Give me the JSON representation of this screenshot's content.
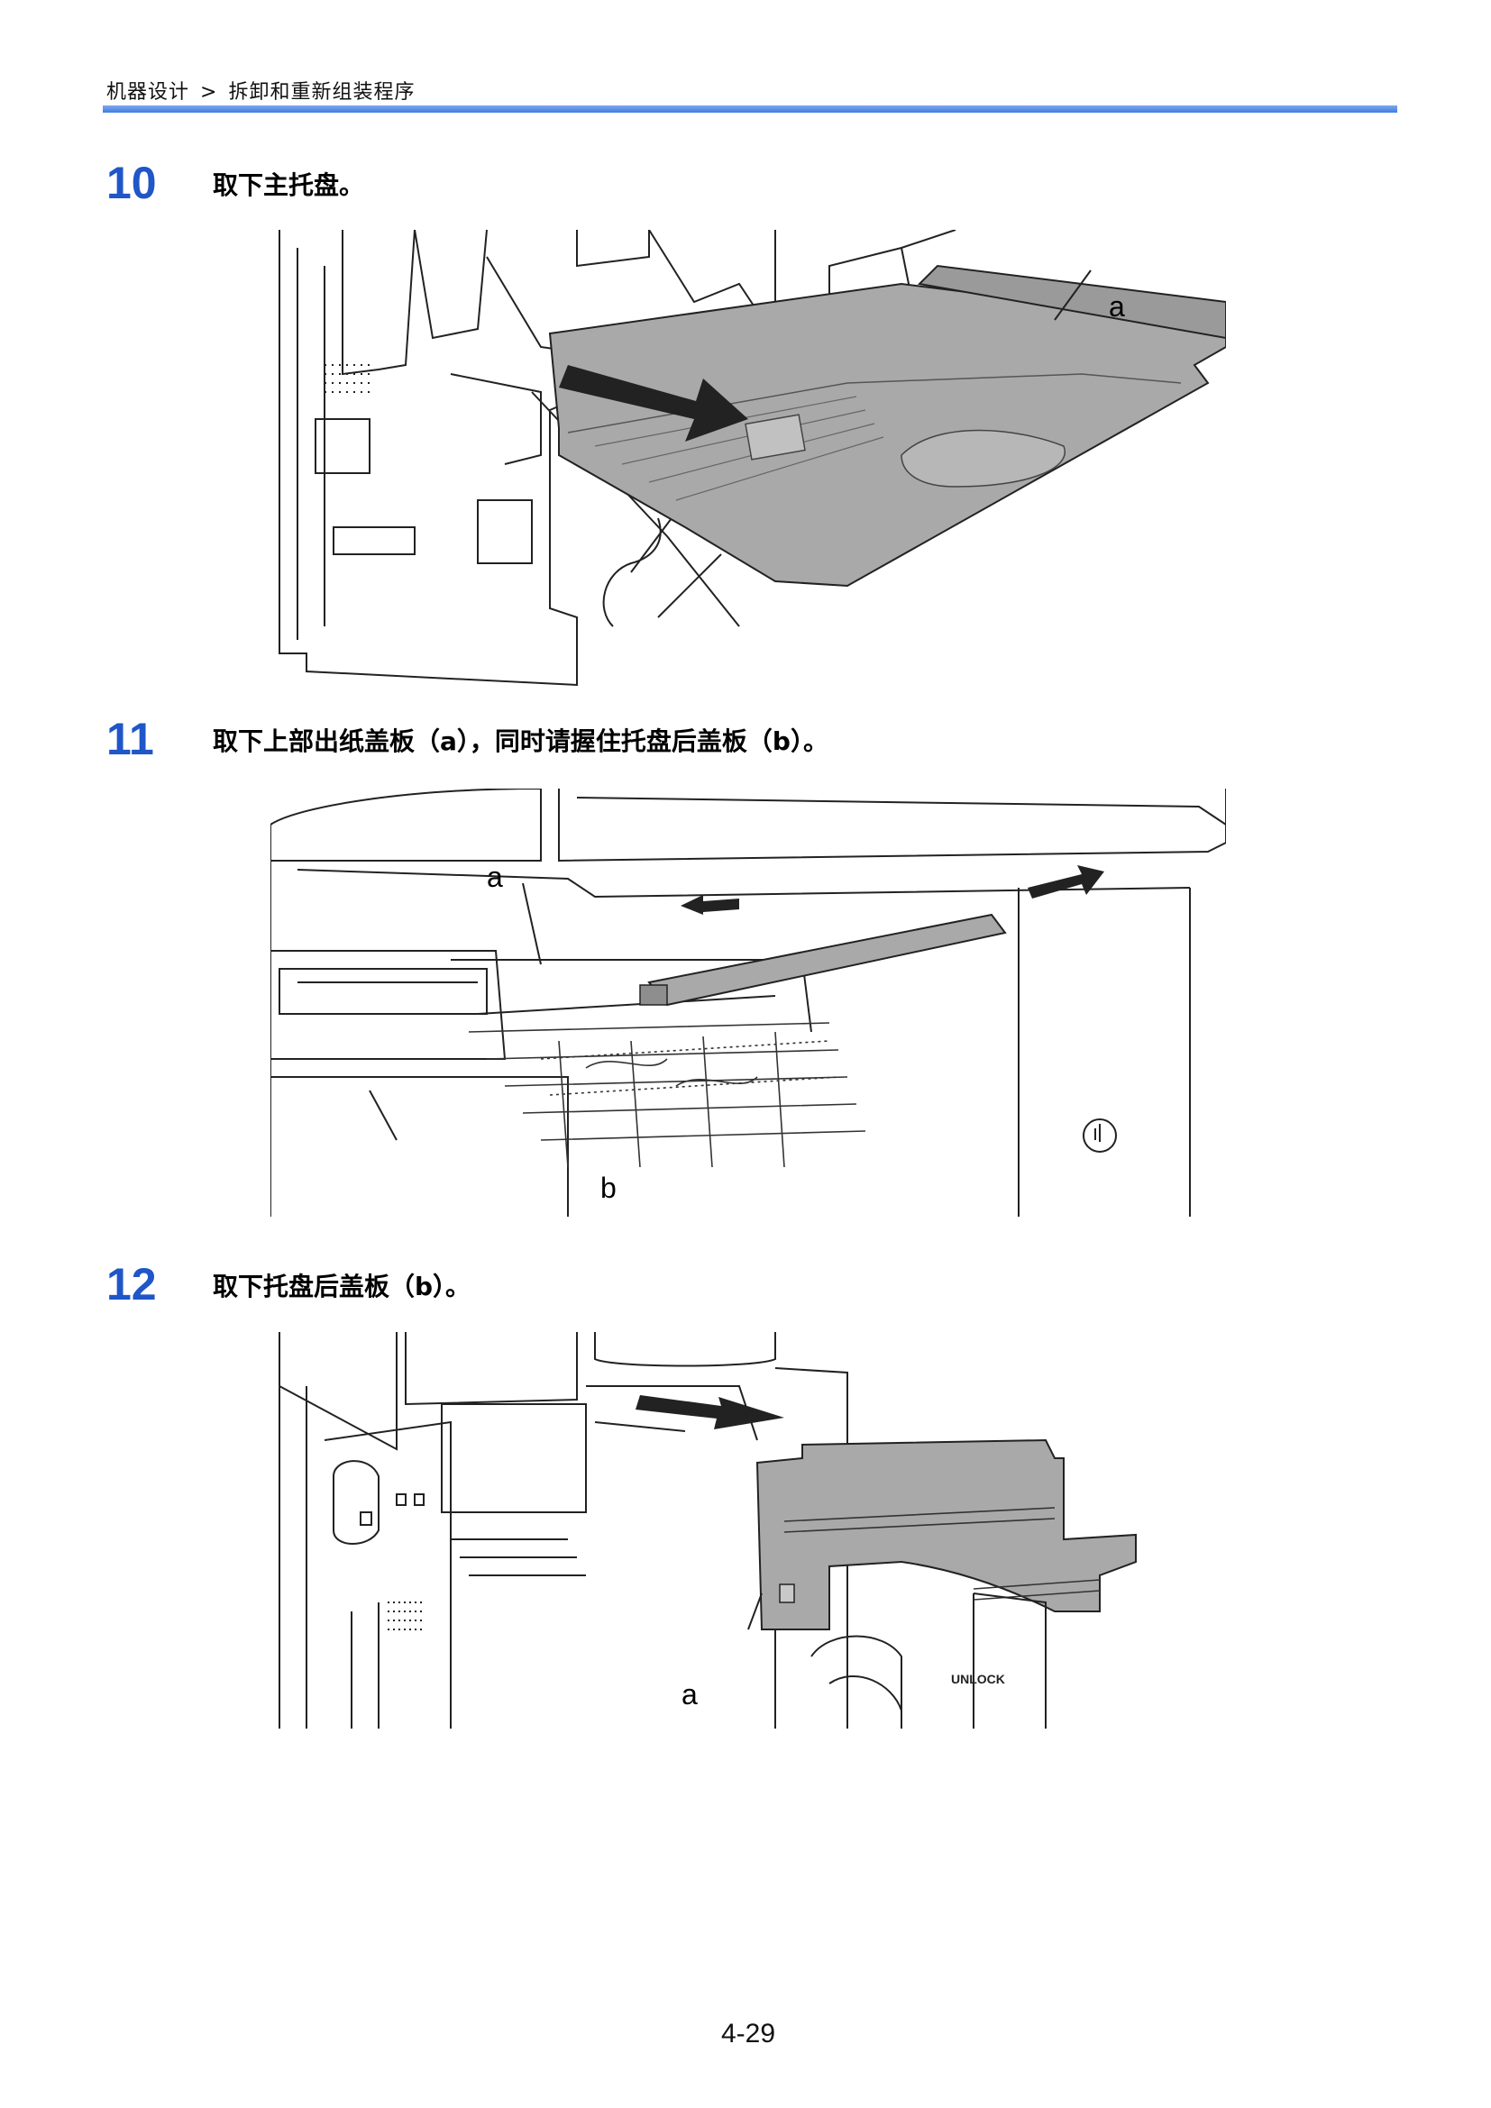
{
  "header": {
    "breadcrumb_section": "机器设计",
    "breadcrumb_separator": ">",
    "breadcrumb_page": "拆卸和重新组装程序"
  },
  "steps": [
    {
      "number": "10",
      "text": "取下主托盘。",
      "figure": {
        "labels": [
          "a"
        ]
      }
    },
    {
      "number": "11",
      "text": "取下上部出纸盖板（a），同时请握住托盘后盖板（b）。",
      "figure": {
        "labels": [
          "a",
          "b"
        ]
      }
    },
    {
      "number": "12",
      "text": "取下托盘后盖板（b）。",
      "figure": {
        "labels": [
          "a"
        ],
        "unlock_text": "UNLOCK"
      }
    }
  ],
  "footer": {
    "page_number": "4-29"
  },
  "colors": {
    "accent_blue": "#1f56c8",
    "rule_blue": "#3f7de3",
    "part_gray": "#a9a9a9"
  }
}
